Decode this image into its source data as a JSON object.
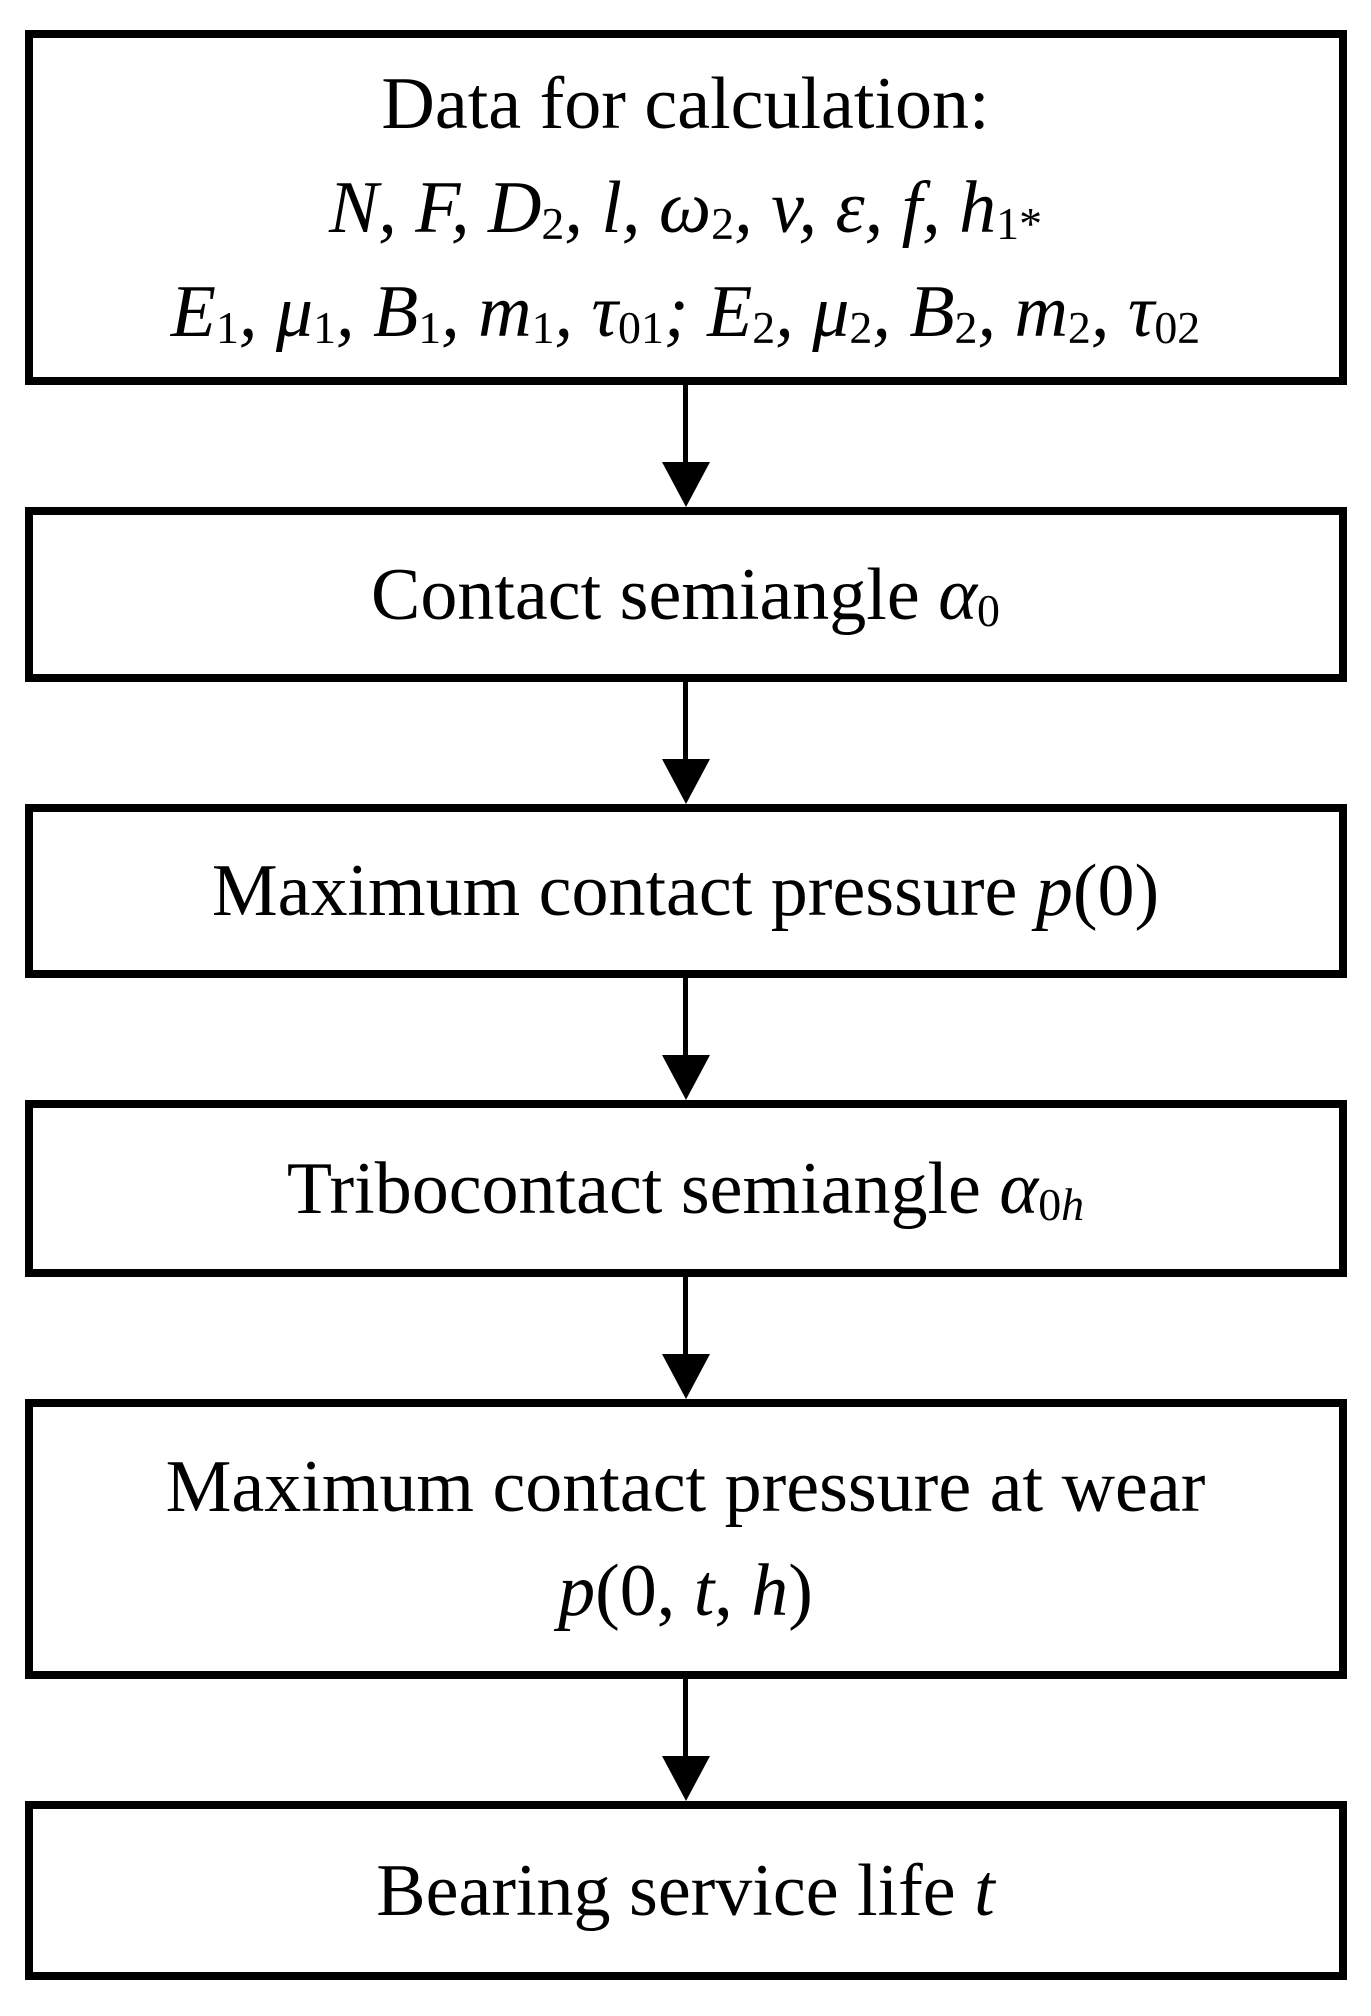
{
  "diagram": {
    "type": "flowchart",
    "colors": {
      "line": "#000000",
      "background": "#ffffff",
      "text": "#000000"
    },
    "boxes": [
      {
        "id": "data-for-calculation",
        "lines": [
          [
            {
              "text": "Data for calculation:"
            }
          ],
          [
            {
              "text": "N, F, D",
              "italic": true
            },
            {
              "text": "2",
              "sub": true
            },
            {
              "text": ", l, ω",
              "italic": true
            },
            {
              "text": "2",
              "sub": true
            },
            {
              "text": ", v, ε, f, h",
              "italic": true
            },
            {
              "text": "1*",
              "sub": true
            }
          ],
          [
            {
              "text": "E",
              "italic": true
            },
            {
              "text": "1",
              "sub": true
            },
            {
              "text": ", μ",
              "italic": true
            },
            {
              "text": "1",
              "sub": true
            },
            {
              "text": ", B",
              "italic": true
            },
            {
              "text": "1",
              "sub": true
            },
            {
              "text": ", m",
              "italic": true
            },
            {
              "text": "1",
              "sub": true
            },
            {
              "text": ", τ",
              "italic": true
            },
            {
              "text": "01",
              "sub": true
            },
            {
              "text": "; E",
              "italic": true
            },
            {
              "text": "2",
              "sub": true
            },
            {
              "text": ", μ",
              "italic": true
            },
            {
              "text": "2",
              "sub": true
            },
            {
              "text": ", B",
              "italic": true
            },
            {
              "text": "2",
              "sub": true
            },
            {
              "text": ", m",
              "italic": true
            },
            {
              "text": "2",
              "sub": true
            },
            {
              "text": ", τ",
              "italic": true
            },
            {
              "text": "02",
              "sub": true
            }
          ]
        ]
      },
      {
        "id": "contact-semiangle",
        "lines": [
          [
            {
              "text": "Contact semiangle "
            },
            {
              "text": "α",
              "italic": true
            },
            {
              "text": "0",
              "sub": true
            }
          ]
        ]
      },
      {
        "id": "maximum-contact-pressure",
        "lines": [
          [
            {
              "text": "Maximum contact pressure "
            },
            {
              "text": "p",
              "italic": true
            },
            {
              "text": "(0)"
            }
          ]
        ]
      },
      {
        "id": "tribocontact-semiangle",
        "lines": [
          [
            {
              "text": "Tribocontact semiangle "
            },
            {
              "text": "α",
              "italic": true
            },
            {
              "text": "0",
              "sub": true
            },
            {
              "text": "h",
              "sub": true,
              "italic": true
            }
          ]
        ]
      },
      {
        "id": "maximum-contact-pressure-at-wear",
        "lines": [
          [
            {
              "text": "Maximum contact pressure at wear"
            }
          ],
          [
            {
              "text": "p",
              "italic": true
            },
            {
              "text": "(0, "
            },
            {
              "text": "t",
              "italic": true
            },
            {
              "text": ", "
            },
            {
              "text": "h",
              "italic": true
            },
            {
              "text": ")"
            }
          ]
        ]
      },
      {
        "id": "bearing-service-life",
        "lines": [
          [
            {
              "text": "Bearing service life "
            },
            {
              "text": "t",
              "italic": true
            }
          ]
        ]
      }
    ],
    "edges": [
      {
        "from": "data-for-calculation",
        "to": "contact-semiangle",
        "direction": "down"
      },
      {
        "from": "contact-semiangle",
        "to": "maximum-contact-pressure",
        "direction": "down"
      },
      {
        "from": "maximum-contact-pressure",
        "to": "tribocontact-semiangle",
        "direction": "down"
      },
      {
        "from": "tribocontact-semiangle",
        "to": "maximum-contact-pressure-at-wear",
        "direction": "down"
      },
      {
        "from": "maximum-contact-pressure-at-wear",
        "to": "bearing-service-life",
        "direction": "down"
      }
    ]
  }
}
